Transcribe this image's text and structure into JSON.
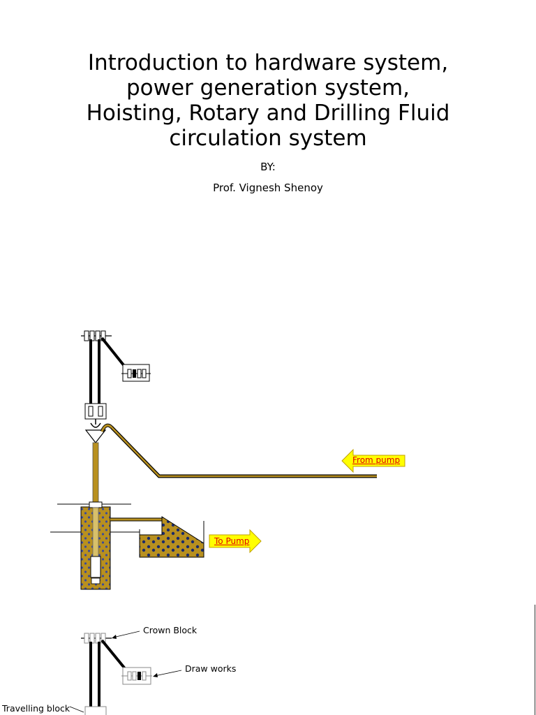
{
  "title_lines": [
    "Introduction to hardware system,",
    "power generation system,",
    "Hoisting, Rotary and Drilling Fluid",
    "circulation system"
  ],
  "by_label": "BY:",
  "author": "Prof. Vignesh Shenoy",
  "diagram1": {
    "from_pump_label": "From pump",
    "to_pump_label": "To Pump"
  },
  "diagram2": {
    "labels": {
      "crown_block": "Crown Block",
      "draw_works": "Draw works",
      "travelling_block": "Travelling block"
    }
  },
  "colors": {
    "mud": "#b8901f",
    "cuttings": "#1a2a6a",
    "arrow_fill": "#ffff00",
    "arrow_stroke": "#c0a000",
    "label_red": "#e00000"
  }
}
